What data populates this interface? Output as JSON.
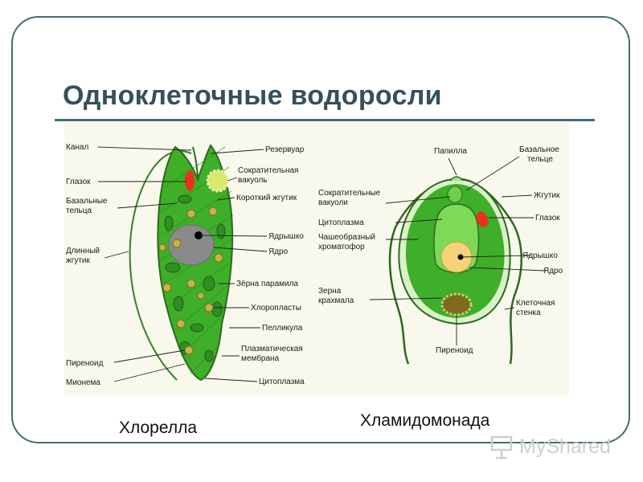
{
  "slide": {
    "title": "Одноклеточные водоросли"
  },
  "captions": {
    "left": "Хлорелла",
    "right": "Хламидомонада"
  },
  "watermark": {
    "text": "MyShared",
    "icon": "presentation-board-icon"
  },
  "left_cell": {
    "labels_left": [
      "Канал",
      "Глазок",
      "Базальные",
      "тельца",
      "Длинный",
      "жгутик",
      "Пиреноид",
      "Мионема"
    ],
    "labels_right": [
      "Резервуар",
      "Сократительная",
      "вакуоль",
      "Короткий жгутик",
      "Ядрышко",
      "Ядро",
      "Зёрна парамила",
      "Хлоропласты",
      "Пелликула",
      "Плазматическая",
      "мембрана",
      "Цитоплазма"
    ]
  },
  "right_cell": {
    "labels_left": [
      "Сократительные",
      "вакуоли",
      "Цитоплазма",
      "Чашеобразный",
      "хроматофор",
      "Зерна",
      "крахмала"
    ],
    "labels_top": [
      "Папилла"
    ],
    "labels_right": [
      "Базальное",
      "тельце",
      "Жгутик",
      "Глазок",
      "Ядрышко",
      "Ядро",
      "Клеточная",
      "стенка"
    ],
    "labels_bottom": [
      "Пиреноид"
    ]
  },
  "colors": {
    "frame": "#3f6f73",
    "title": "#35505a",
    "cell_green": "#3fae28",
    "cell_light_green": "#7ed957",
    "eyespot_red": "#e8321e",
    "nucleus_gray": "#8c8c8c",
    "panel_bg": "#f8f8ec"
  }
}
